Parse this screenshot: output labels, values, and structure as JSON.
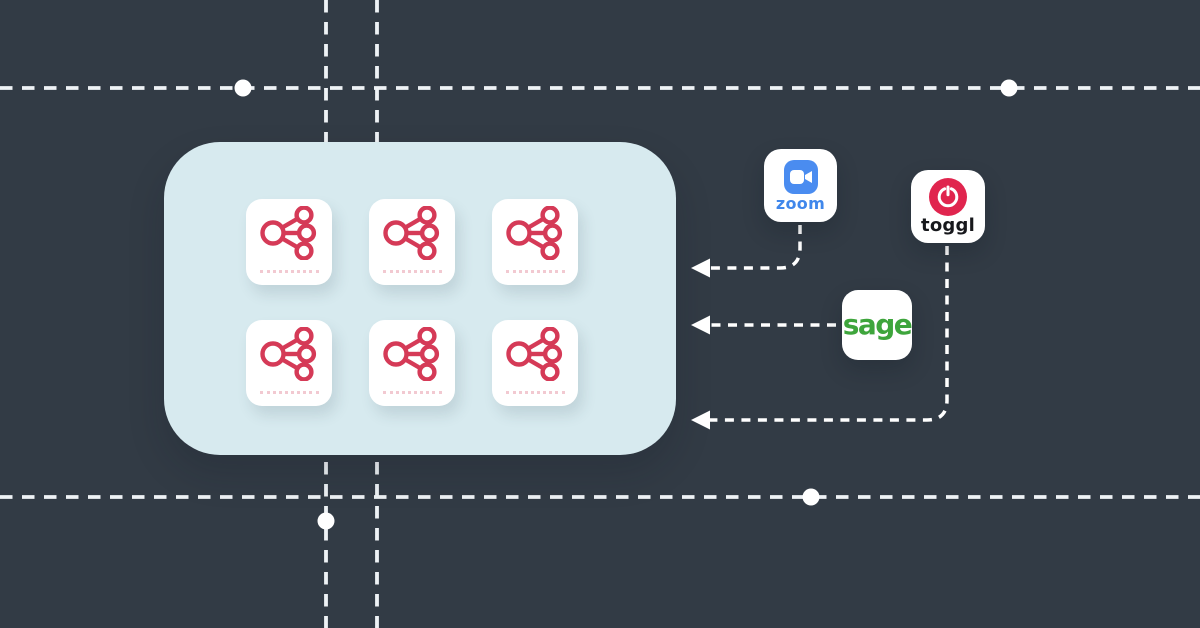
{
  "illustration": {
    "description": "integrations-diagram",
    "colors": {
      "background": "#323b45",
      "panel": "#d7eaef",
      "card": "#ffffff",
      "share_icon": "#d53a57",
      "card_underline": "#f2c9d1",
      "dashed_line": "#eef2f5",
      "zoom_blue": "#4087eb",
      "zoom_badge_blue": "#4a8cf0",
      "toggl_red": "#e0254e",
      "sage_green": "#3ea53c"
    }
  },
  "panel": {
    "cards_count": 6,
    "card_icon": "share-nodes-icon"
  },
  "apps": {
    "zoom": {
      "label": "zoom"
    },
    "toggl": {
      "label": "toggl"
    },
    "sage": {
      "label": "sage"
    }
  },
  "arrows": {
    "count": 3,
    "direction": "into-panel"
  }
}
